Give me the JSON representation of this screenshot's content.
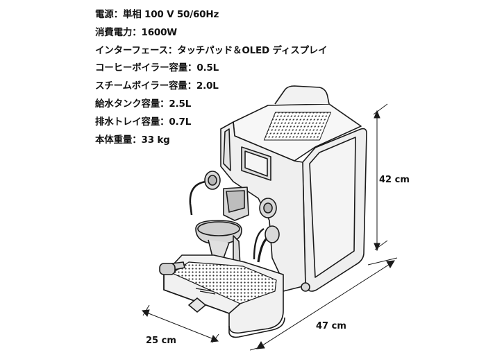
{
  "specs": [
    {
      "label": "電源",
      "value": "単相 100 V  50/60Hz"
    },
    {
      "label": "消費電力",
      "value": "1600W"
    },
    {
      "label": "インターフェース",
      "value": "タッチパッド＆OLED ディスプレイ"
    },
    {
      "label": "コーヒーボイラー容量",
      "value": "0.5L"
    },
    {
      "label": "スチームボイラー容量",
      "value": "2.0L"
    },
    {
      "label": "給水タンク容量",
      "value": "2.5L"
    },
    {
      "label": "排水トレイ容量",
      "value": "0.7L"
    },
    {
      "label": "本体重量",
      "value": "33 kg"
    }
  ],
  "separator": "：",
  "dimensions": {
    "height": "42 cm",
    "width": "47 cm",
    "depth": "25 cm"
  },
  "colors": {
    "text": "#111111",
    "outline": "#1a1a1a",
    "body_shade": "#eeeeee",
    "metal": "#d9d9d9"
  }
}
